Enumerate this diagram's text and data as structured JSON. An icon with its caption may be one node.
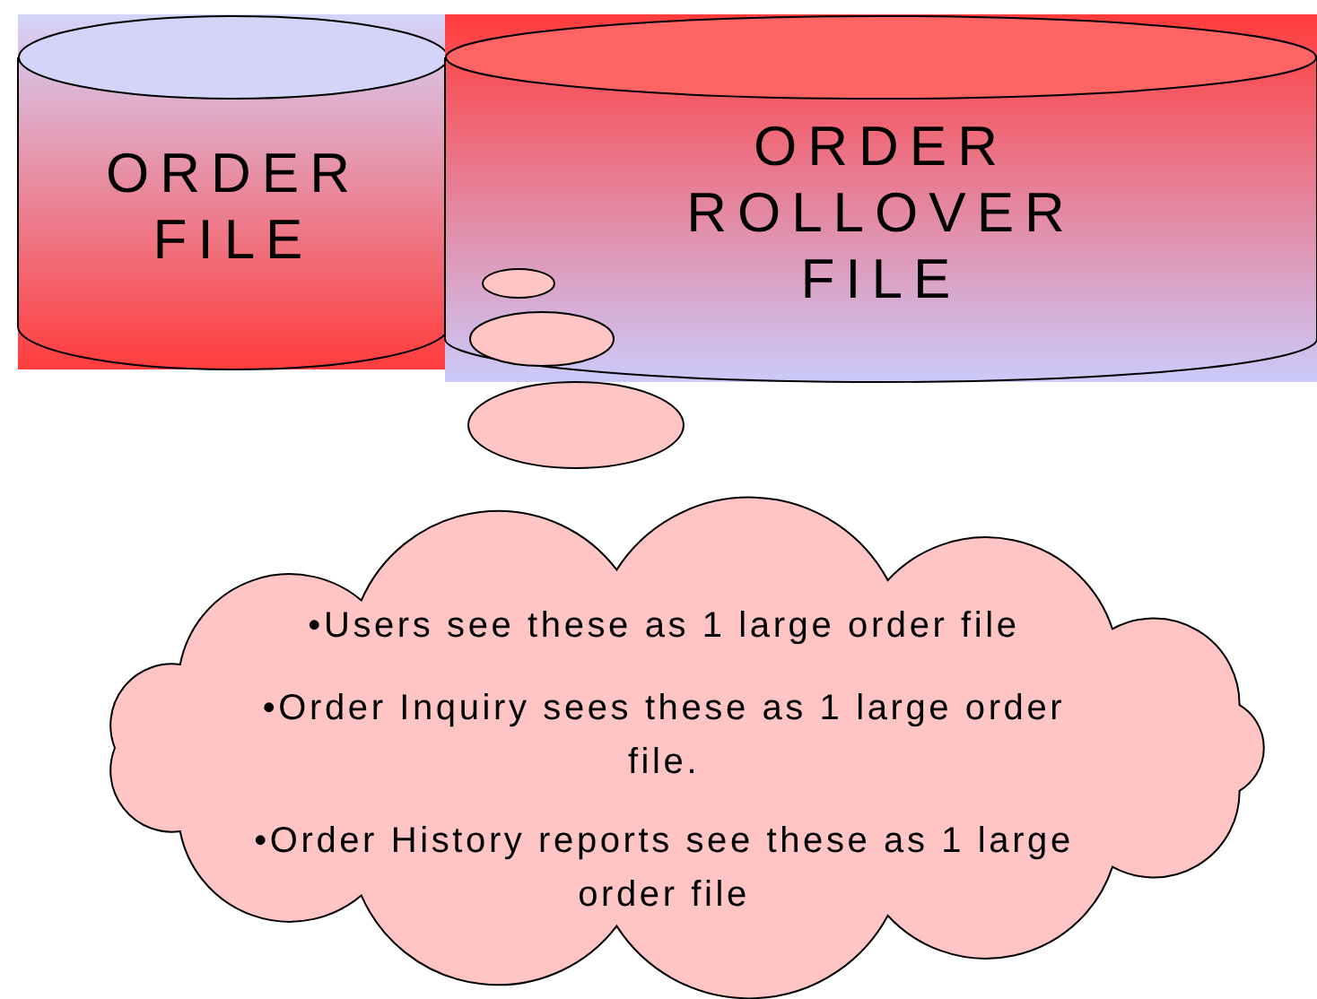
{
  "diagram": {
    "nodes": [
      {
        "text": [
          "ORDER FILE"
        ]
      },
      {
        "text": [
          "ORDER ROLLOVER FILE"
        ]
      },
      {
        "text": [
          "•Users see these as 1 large order file",
          "•Order Inquiry sees these as 1 large order file.",
          "•Order History reports see these as 1 large order file"
        ]
      }
    ],
    "edges": []
  }
}
